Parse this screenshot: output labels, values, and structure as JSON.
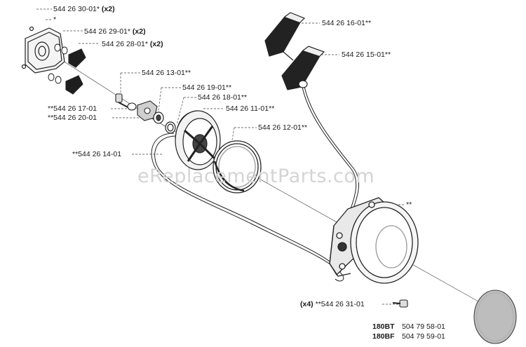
{
  "watermark": "eReplacementParts.com",
  "labels": {
    "p1": "544 26 30-01*",
    "p1_qty": "(x2)",
    "p2": "*",
    "p3": "544 26 29-01*",
    "p3_qty": "(x2)",
    "p4": "544 26 28-01*",
    "p4_qty": "(x2)",
    "p5": "544 26 13-01**",
    "p6": "544 26 19-01**",
    "p7": "544 26 18-01**",
    "p8": "**544 26 17-01",
    "p9": "544 26 11-01**",
    "p10": "**544 26 20-01",
    "p11": "544 26 12-01**",
    "p12": "**544 26 14-01",
    "p13": "544 26 16-01**",
    "p14": "544 26 15-01**",
    "p15": "**",
    "p16_qty": "(x4)",
    "p16": "**544 26 31-01"
  },
  "models": [
    {
      "model": "180BT",
      "part": "504 79 58-01"
    },
    {
      "model": "180BF",
      "part": "504 79 59-01"
    }
  ]
}
